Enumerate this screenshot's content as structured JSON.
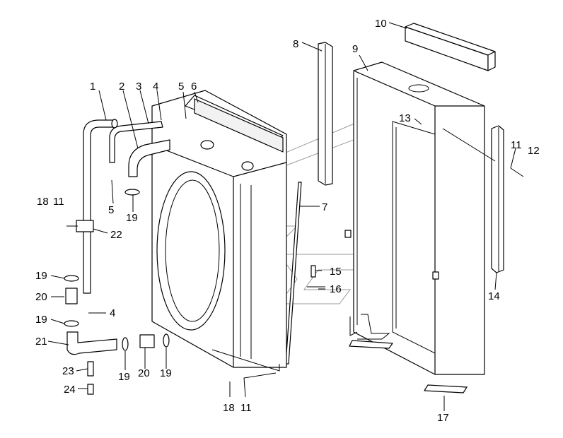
{
  "callouts": {
    "c1": "1",
    "c2": "2",
    "c3": "3",
    "c4a": "4",
    "c4b": "4",
    "c5a": "5",
    "c5b": "5",
    "c6": "6",
    "c7": "7",
    "c8": "8",
    "c9": "9",
    "c10": "10",
    "c11a": "11",
    "c11b": "11",
    "c11c": "11",
    "c12": "12",
    "c13": "13",
    "c14": "14",
    "c15": "15",
    "c16": "16",
    "c17": "17",
    "c18a": "18",
    "c18b": "18",
    "c19a": "19",
    "c19b": "19",
    "c19c": "19",
    "c19d": "19",
    "c19e": "19",
    "c20a": "20",
    "c20b": "20",
    "c21": "21",
    "c22": "22",
    "c23": "23",
    "c24": "24"
  },
  "colors": {
    "line": "#000000",
    "background": "#ffffff",
    "watermark": "#9a9a9a"
  }
}
